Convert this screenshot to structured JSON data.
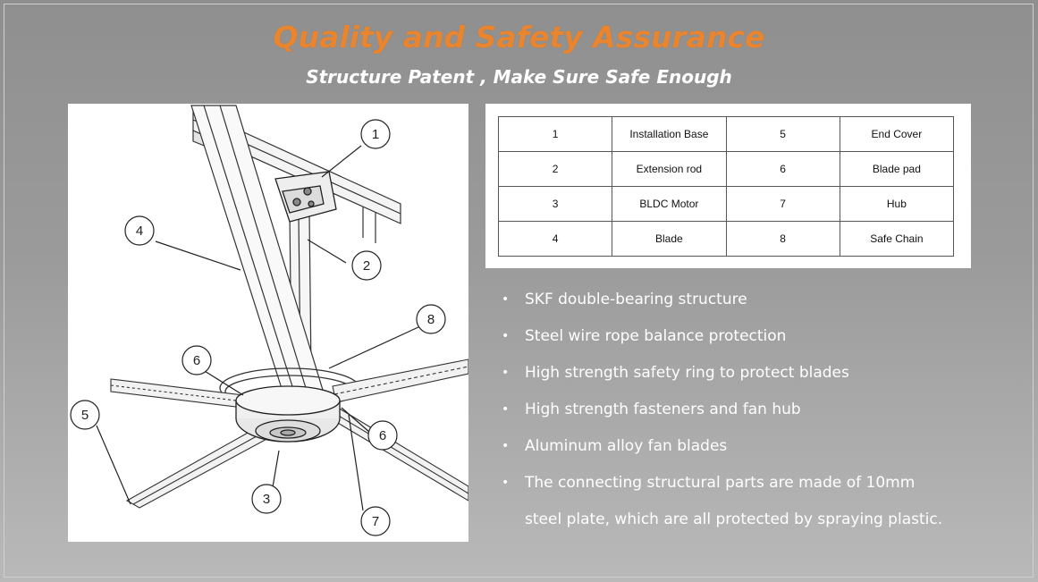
{
  "slide": {
    "title": "Quality and Safety Assurance",
    "subtitle": "Structure Patent , Make Sure Safe Enough"
  },
  "colors": {
    "title": "#e9852f",
    "subtitle": "#ffffff",
    "background_top": "#8f8f8f",
    "background_bottom": "#b9b9b9"
  },
  "diagram": {
    "callouts": [
      "1",
      "2",
      "3",
      "4",
      "5",
      "6",
      "6",
      "7",
      "8"
    ]
  },
  "parts_table": {
    "rows": [
      [
        "1",
        "Installation Base",
        "5",
        "End Cover"
      ],
      [
        "2",
        "Extension rod",
        "6",
        "Blade pad"
      ],
      [
        "3",
        "BLDC Motor",
        "7",
        "Hub"
      ],
      [
        "4",
        "Blade",
        "8",
        "Safe Chain"
      ]
    ]
  },
  "features": {
    "bullet": "•",
    "items": [
      "SKF double-bearing structure",
      "Steel wire rope balance protection",
      "High strength safety ring to protect blades",
      "High strength fasteners and fan hub",
      "Aluminum alloy fan blades",
      "The connecting structural parts are made of 10mm"
    ],
    "continuation": "steel plate, which are all protected by spraying plastic."
  }
}
